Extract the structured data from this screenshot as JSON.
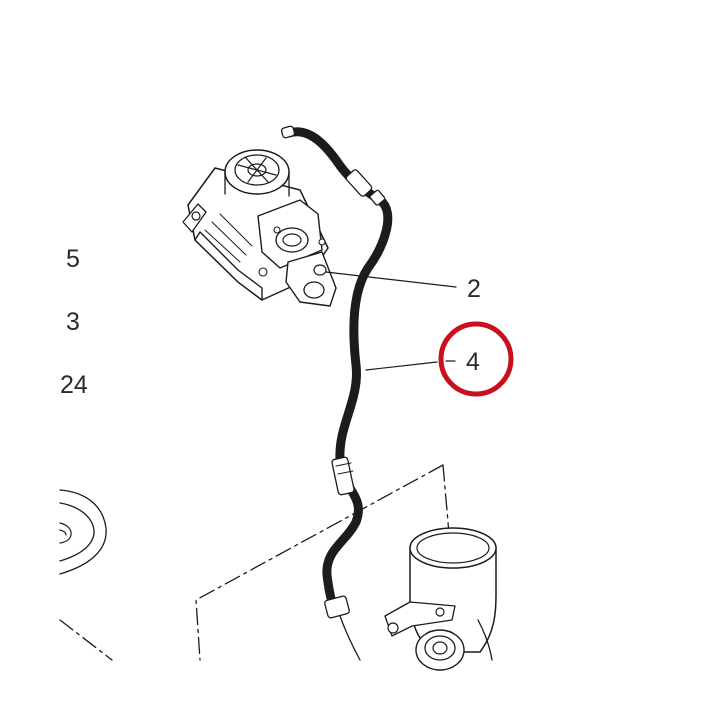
{
  "side_refs": [
    "5",
    "3",
    "24"
  ],
  "callouts": [
    {
      "label": "2",
      "highlighted": false
    },
    {
      "label": "4",
      "highlighted": true
    }
  ],
  "colors": {
    "line": "#1c1c1c",
    "highlight_ring": "#c8101e"
  }
}
